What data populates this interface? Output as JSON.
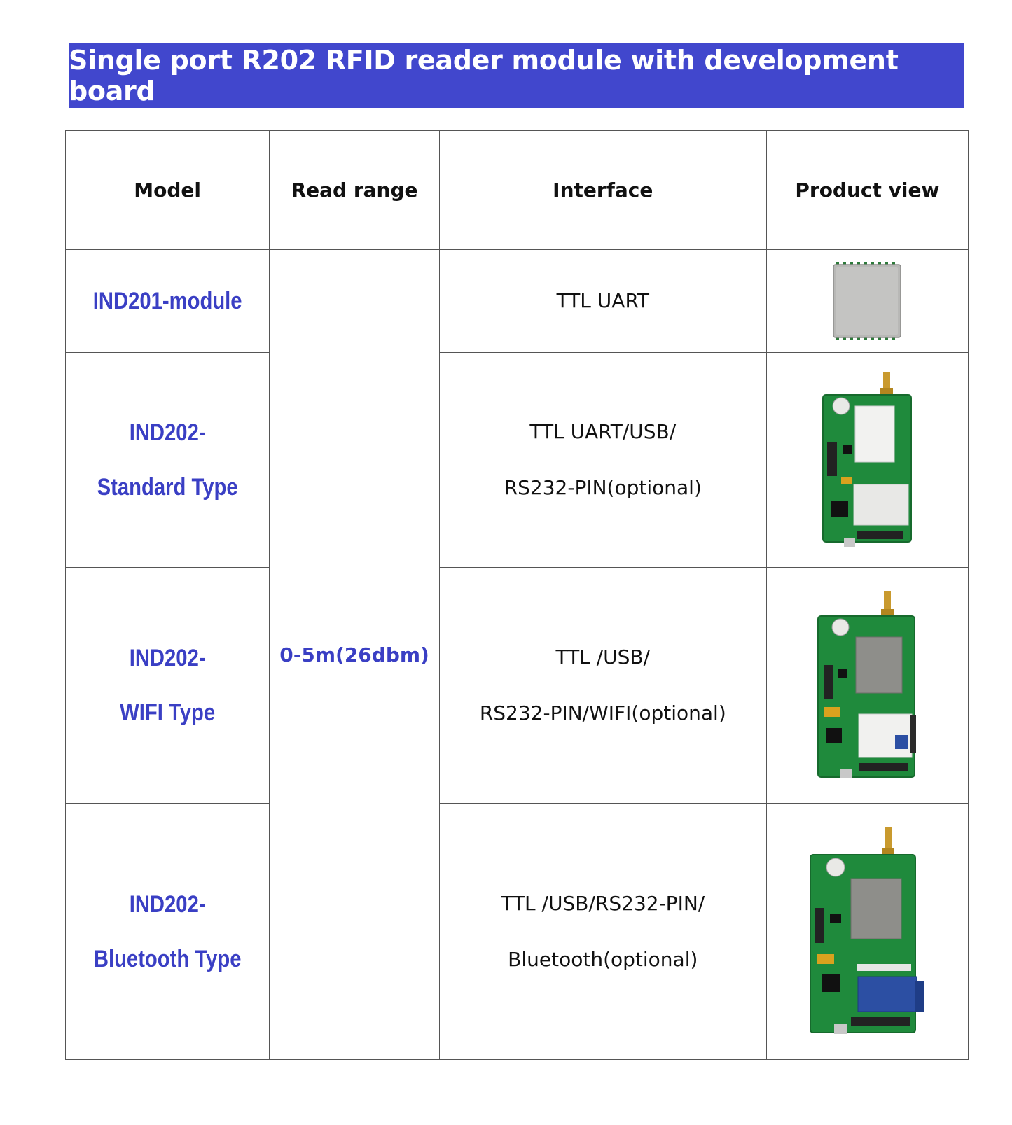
{
  "banner": {
    "title": "Single port R202 RFID reader module with development board"
  },
  "table": {
    "headers": [
      "Model",
      "Read range",
      "Interface",
      "Product view"
    ],
    "read_range": "0-5m(26dbm)",
    "rows": [
      {
        "model_line1": "IND201-module",
        "model_line2": "",
        "iface_line1": "TTL UART",
        "iface_line2": ""
      },
      {
        "model_line1": "IND202-",
        "model_line2": "Standard Type",
        "iface_line1": "TTL UART/USB/",
        "iface_line2": "RS232-PIN(optional)"
      },
      {
        "model_line1": "IND202-",
        "model_line2": "WIFI Type",
        "iface_line1": "TTL /USB/",
        "iface_line2": "RS232-PIN/WIFI(optional)"
      },
      {
        "model_line1": "IND202-",
        "model_line2": "Bluetooth Type",
        "iface_line1": "TTL /USB/RS232-PIN/",
        "iface_line2": "Bluetooth(optional)"
      }
    ]
  },
  "images": [
    "rfid-module-image",
    "standard-board-image",
    "wifi-board-image",
    "bluetooth-board-image"
  ],
  "colors": {
    "banner_bg": "#4147cd",
    "accent_text": "#3a3fc4",
    "pcb_green": "#1f8a3c"
  }
}
